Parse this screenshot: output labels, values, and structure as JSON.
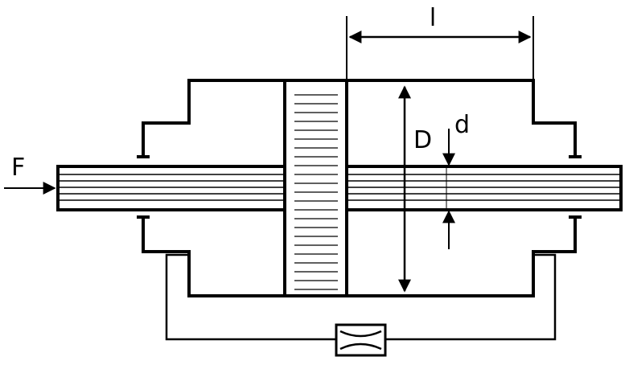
{
  "labels": {
    "force": "F",
    "stroke_length": "l",
    "bore_diameter": "D",
    "rod_diameter": "d"
  },
  "colors": {
    "line": "#000000",
    "background": "#ffffff"
  },
  "icons": {
    "throttle": "throttle-valve-icon"
  }
}
